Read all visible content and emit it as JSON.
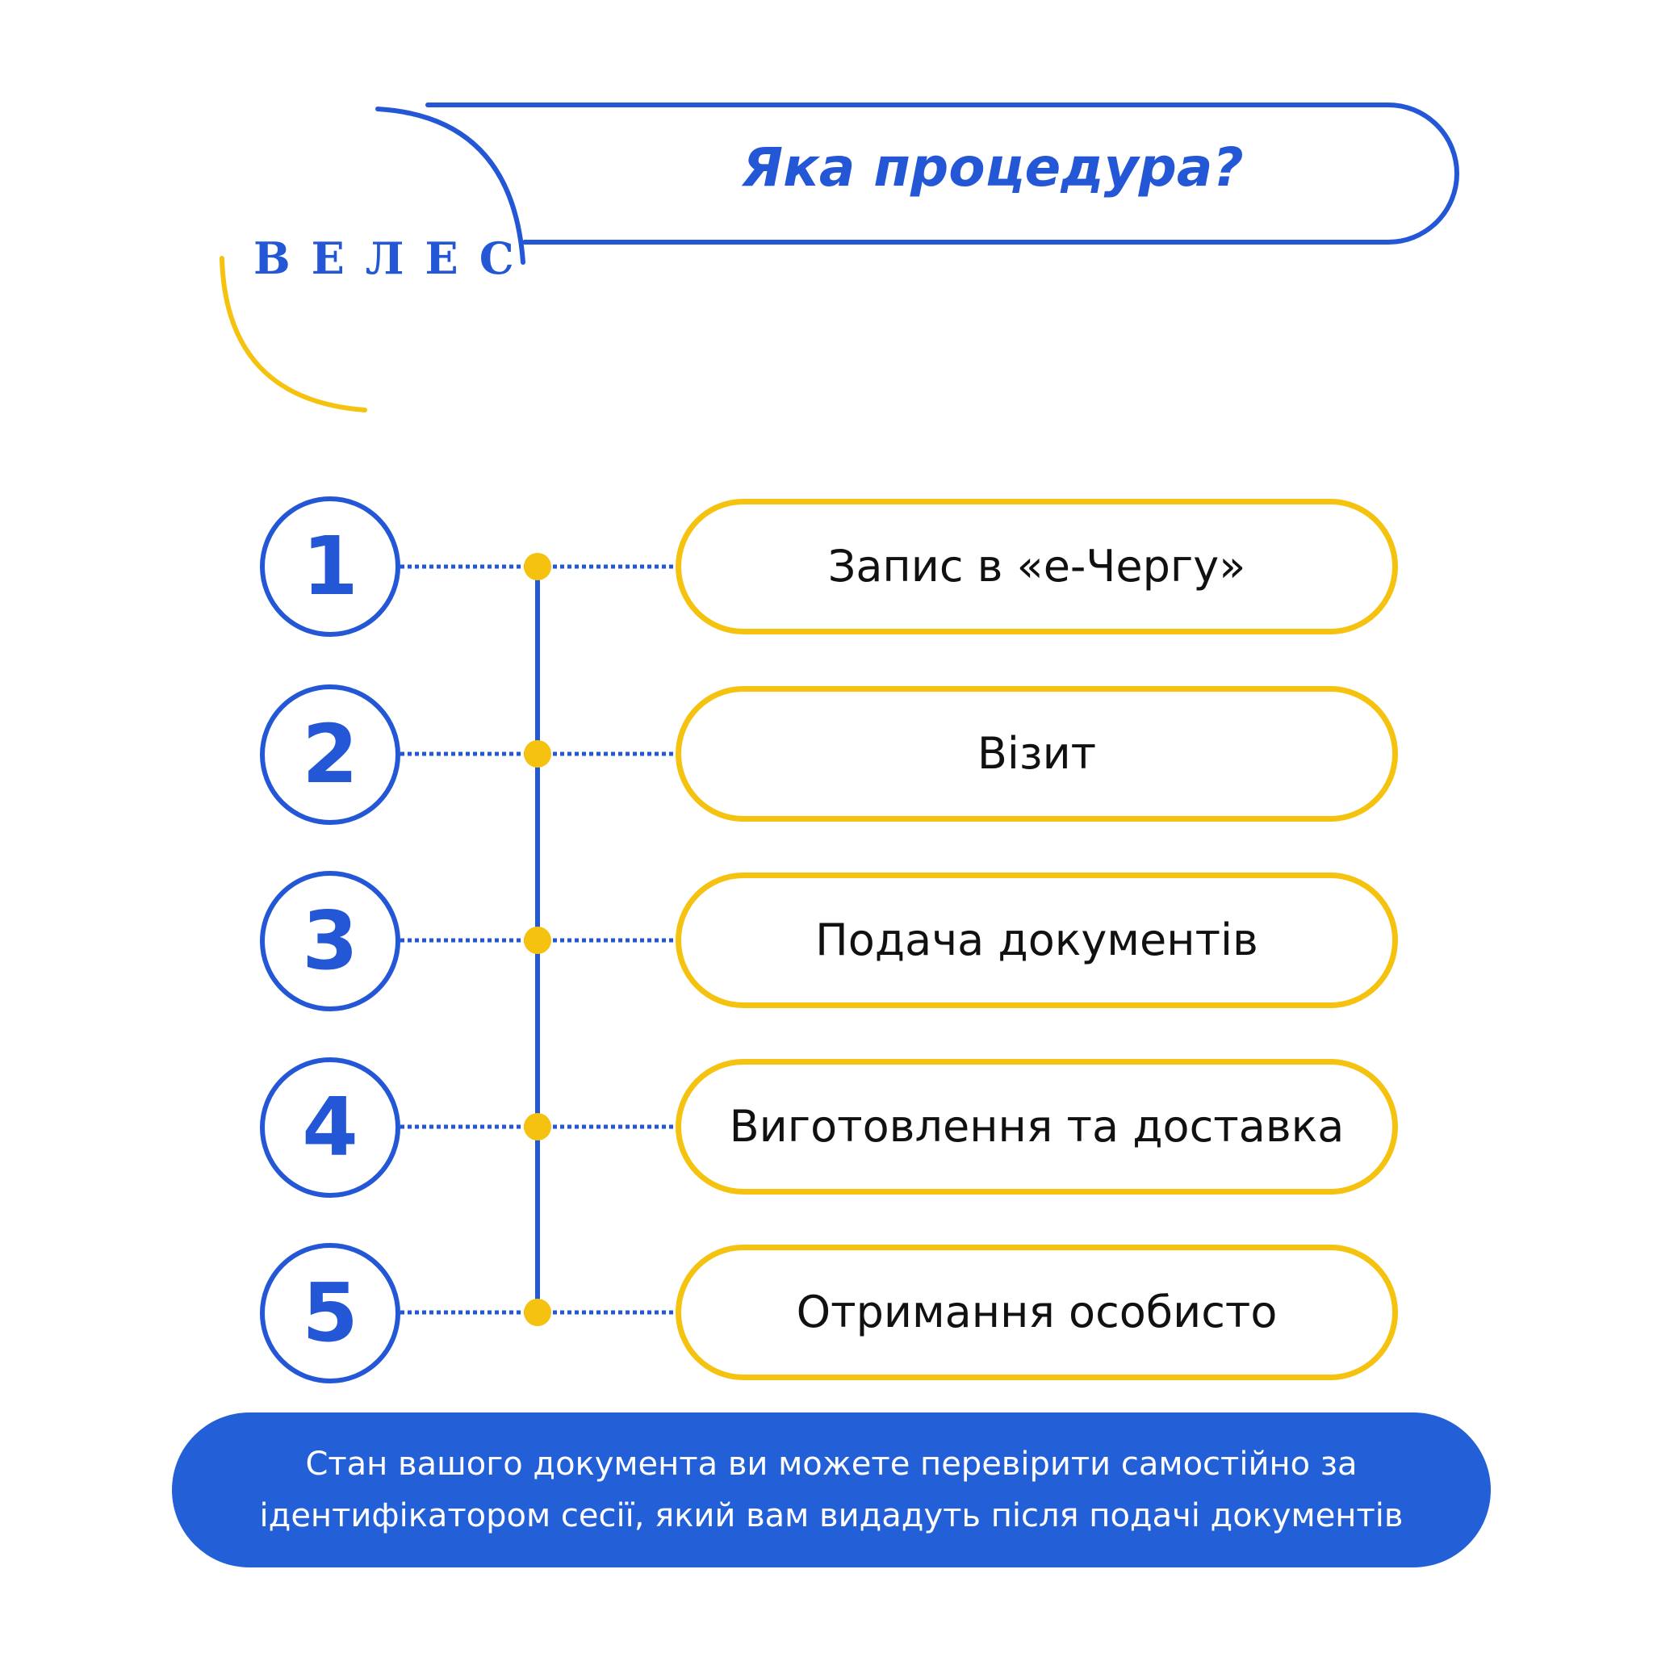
{
  "header": {
    "logo": "ВЕЛЕС",
    "title": "Яка процедура?"
  },
  "steps": [
    {
      "number": "1",
      "label": "Запис в «е-Чергу»"
    },
    {
      "number": "2",
      "label": "Візит"
    },
    {
      "number": "3",
      "label": "Подача документів"
    },
    {
      "number": "4",
      "label": "Виготовлення та доставка"
    },
    {
      "number": "5",
      "label": "Отримання особисто"
    }
  ],
  "footer": {
    "text": "Стан вашого документа ви можете перевірити самостійно за ідентифікатором  сесії, який вам видадуть після подачі документів"
  },
  "colors": {
    "blue": "#2357d6",
    "yellow": "#f5c20f",
    "footer_bg": "#2360d8",
    "text": "#111111"
  }
}
